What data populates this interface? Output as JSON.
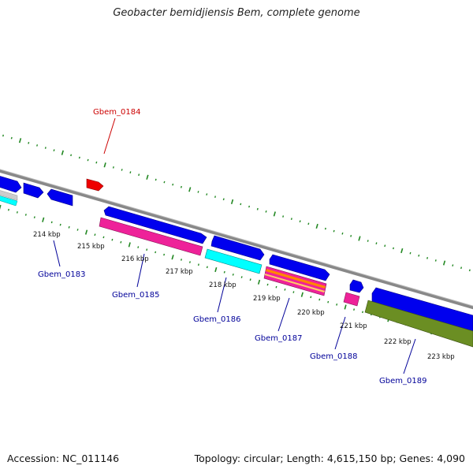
{
  "title": "Geobacter bemidjiensis Bem, complete genome",
  "footer": {
    "accession": "Accession: NC_011146",
    "summary": "Topology: circular; Length: 4,615,150 bp; Genes: 4,090"
  },
  "kbp_ticks": [
    "214 kbp",
    "215 kbp",
    "216 kbp",
    "217 kbp",
    "218 kbp",
    "219 kbp",
    "220 kbp",
    "221 kbp",
    "222 kbp",
    "223 kbp"
  ],
  "genes": [
    {
      "label": "Gbem_0184",
      "color": "#cc0000"
    },
    {
      "label": "Gbem_0183",
      "color": "#000099"
    },
    {
      "label": "Gbem_0185",
      "color": "#000099"
    },
    {
      "label": "Gbem_0186",
      "color": "#000099"
    },
    {
      "label": "Gbem_0187",
      "color": "#000099"
    },
    {
      "label": "Gbem_0188",
      "color": "#000099"
    },
    {
      "label": "Gbem_0189",
      "color": "#000099"
    }
  ],
  "colors": {
    "backbone": "#888888",
    "cds": "#0000ee",
    "tick": "#228822",
    "rna_red": "#ee0000",
    "magenta": "#ee2299",
    "cyan": "#00ffff",
    "olive": "#6b8e23",
    "orange": "#ff8800"
  }
}
